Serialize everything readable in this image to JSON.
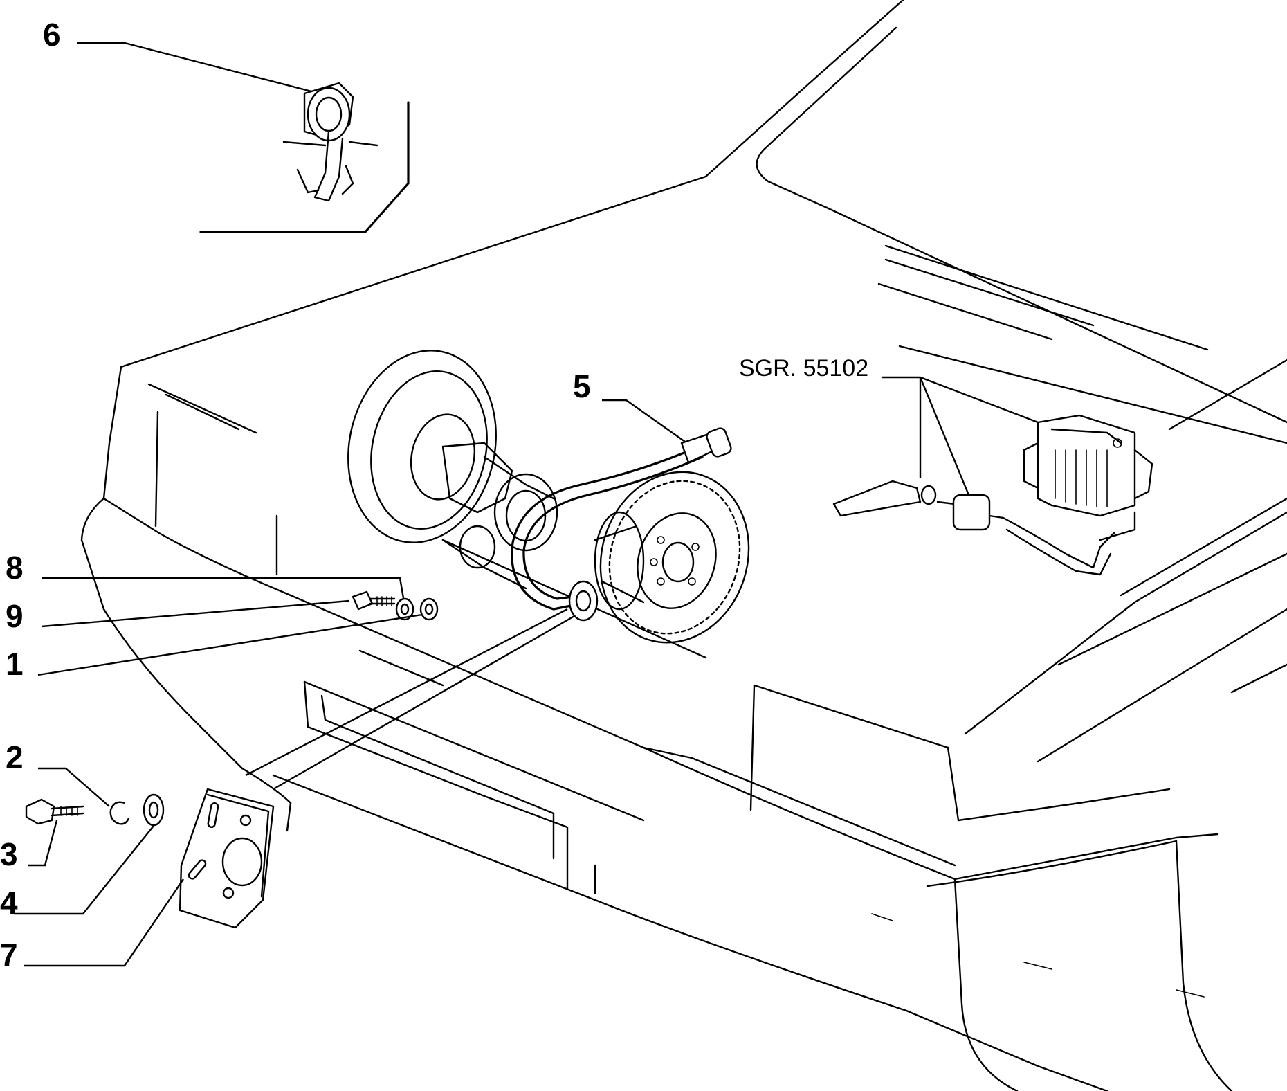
{
  "callouts": {
    "c1": "1",
    "c2": "2",
    "c3": "3",
    "c4": "4",
    "c5": "5",
    "c6": "6",
    "c7": "7",
    "c8": "8",
    "c9": "9"
  },
  "reference_label": "SGR. 55102",
  "colors": {
    "line": "#000000",
    "background": "#ffffff"
  }
}
